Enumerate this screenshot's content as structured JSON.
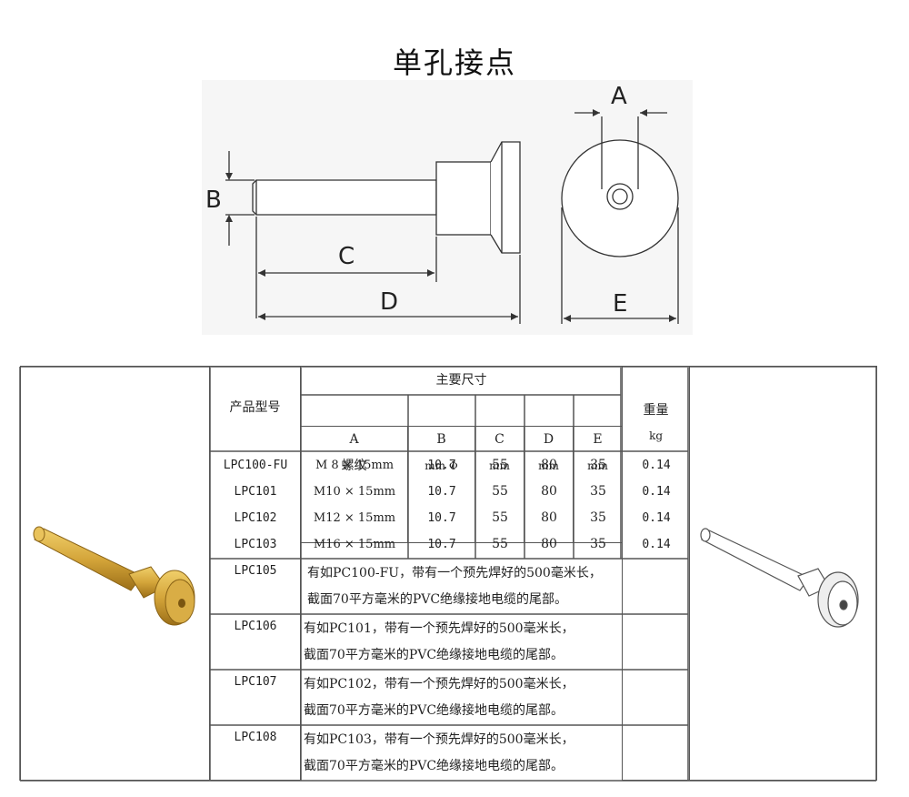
{
  "title": "单孔接点",
  "drawing_labels": {
    "a": "A",
    "b": "B",
    "c": "C",
    "d": "D",
    "e": "E"
  },
  "table": {
    "col_model": "产品型号",
    "main_dims": "主要尺寸",
    "weight": "重量",
    "weight_unit": "kg",
    "dims": [
      {
        "label": "A",
        "unit": "螺纹"
      },
      {
        "label": "B",
        "unit": "mm Φ"
      },
      {
        "label": "C",
        "unit": "mm"
      },
      {
        "label": "D",
        "unit": "mm"
      },
      {
        "label": "E",
        "unit": "mm"
      }
    ],
    "rows": [
      {
        "model": "LPC100-FU",
        "a": "M 8 × 15mm",
        "b": "10.7",
        "c": "55",
        "d": "80",
        "e": "35",
        "w": "0.14"
      },
      {
        "model": "LPC101",
        "a": "M10 × 15mm",
        "b": "10.7",
        "c": "55",
        "d": "80",
        "e": "35",
        "w": "0.14"
      },
      {
        "model": "LPC102",
        "a": "M12 × 15mm",
        "b": "10.7",
        "c": "55",
        "d": "80",
        "e": "35",
        "w": "0.14"
      },
      {
        "model": "LPC103",
        "a": "M16 × 15mm",
        "b": "10.7",
        "c": "55",
        "d": "80",
        "e": "35",
        "w": "0.14"
      }
    ],
    "variants": [
      {
        "model": "LPC105",
        "line1": "有如PC100-FU，带有一个预先焊好的500毫米长，",
        "line2": "截面70平方毫米的PVC绝缘接地电缆的尾部。"
      },
      {
        "model": "LPC106",
        "line1": "有如PC101，带有一个预先焊好的500毫米长，",
        "line2": "截面70平方毫米的PVC绝缘接地电缆的尾部。"
      },
      {
        "model": "LPC107",
        "line1": "有如PC102，带有一个预先焊好的500毫米长，",
        "line2": "截面70平方毫米的PVC绝缘接地电缆的尾部。"
      },
      {
        "model": "LPC108",
        "line1": "有如PC103，带有一个预先焊好的500毫米长，",
        "line2": "截面70平方毫米的PVC绝缘接地电缆的尾部。"
      }
    ]
  },
  "colors": {
    "gold": "#d4a53a",
    "gold_dark": "#a87a1c",
    "line": "#333333"
  }
}
